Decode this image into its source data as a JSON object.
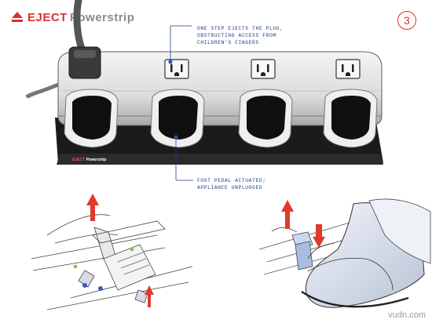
{
  "brand": {
    "eject": "EJECT",
    "powerstrip": "Powerstrip",
    "accent_color": "#d8322c"
  },
  "step_number": "3",
  "annotations": {
    "top": "ONE STEP EJECTS THE PLUG,\nOBSTRUCTING ACCESS FROM\nCHILDREN'S FINGERS",
    "bottom": "FOOT PEDAL ACTUATED;\nAPPLIANCE UNPLUGGED",
    "color": "#1f3e88"
  },
  "device_label": {
    "eject": "EJECT",
    "powerstrip": "Powerstrip"
  },
  "watermark": "vudn.com"
}
